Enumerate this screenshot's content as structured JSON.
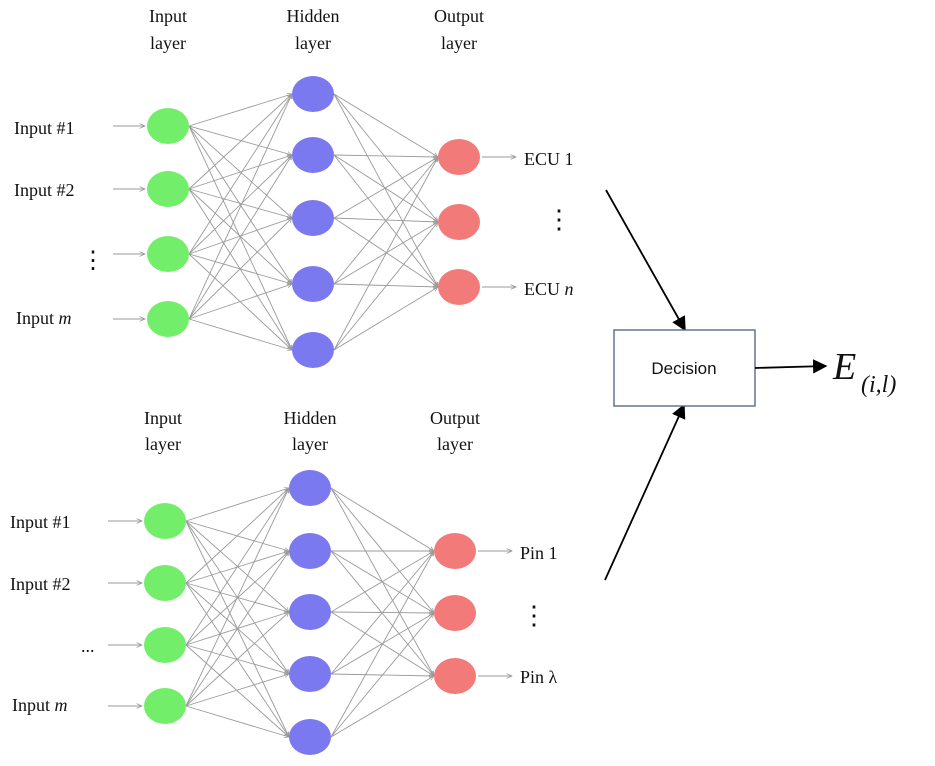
{
  "colors": {
    "input_node": "#73ee6a",
    "hidden_node": "#7b79ef",
    "output_node": "#f27a79",
    "edge": "#9a9a9a",
    "arrow": "#000000"
  },
  "networks": [
    {
      "headers": {
        "input": [
          "Input",
          "layer"
        ],
        "hidden": [
          "Hidden",
          "layer"
        ],
        "output": [
          "Output",
          "layer"
        ]
      },
      "input_labels": [
        "Input #1",
        "Input #2",
        "",
        "Input m"
      ],
      "input_label_italic_suffix": [
        null,
        null,
        null,
        "m"
      ],
      "ellipsis_input": "⋮",
      "output_labels": [
        "ECU 1",
        "",
        "ECU n"
      ],
      "ellipsis_output": "⋮"
    },
    {
      "headers": {
        "input": [
          "Input",
          "layer"
        ],
        "hidden": [
          "Hidden",
          "layer"
        ],
        "output": [
          "Output",
          "layer"
        ]
      },
      "input_labels": [
        "Input #1",
        "Input #2",
        "...",
        "Input m"
      ],
      "ellipsis_input": "···",
      "output_labels": [
        "Pin 1",
        "",
        "Pin λ"
      ],
      "ellipsis_output": "⋮"
    }
  ],
  "decision": {
    "label": "Decision",
    "output_symbol": "E",
    "output_subscript": "(i,l)"
  }
}
